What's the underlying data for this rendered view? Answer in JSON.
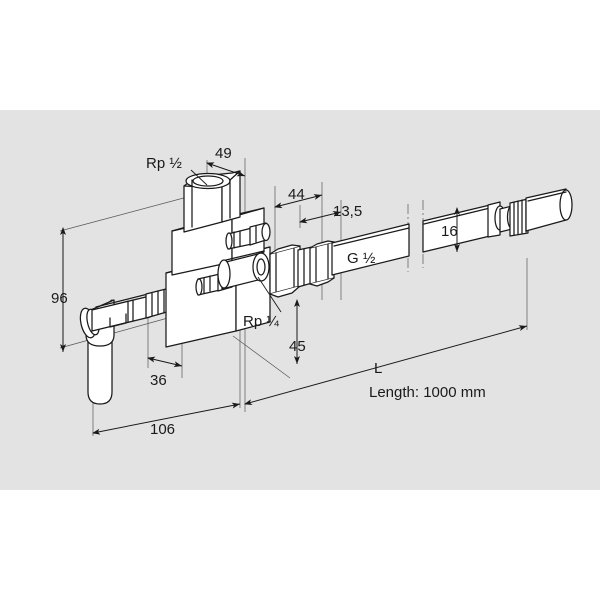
{
  "figure": {
    "kind": "technical-line-drawing",
    "subject": "gas valve with flexible hose assembly",
    "background_color": "#e3e3e3",
    "page_color": "#ffffff",
    "line_color": "#1a1a1a",
    "part_fill_color": "#ffffff"
  },
  "labels": {
    "thread_top": "Rp ½",
    "thread_side": "Rp ¼",
    "thread_outlet": "G ½",
    "dim_49": "49",
    "dim_44": "44",
    "dim_13_5": "13,5",
    "dim_16": "16",
    "dim_96": "96",
    "dim_45": "45",
    "dim_36": "36",
    "dim_106": "106",
    "dim_L": "L",
    "length_note": "Length: 1000 mm"
  }
}
